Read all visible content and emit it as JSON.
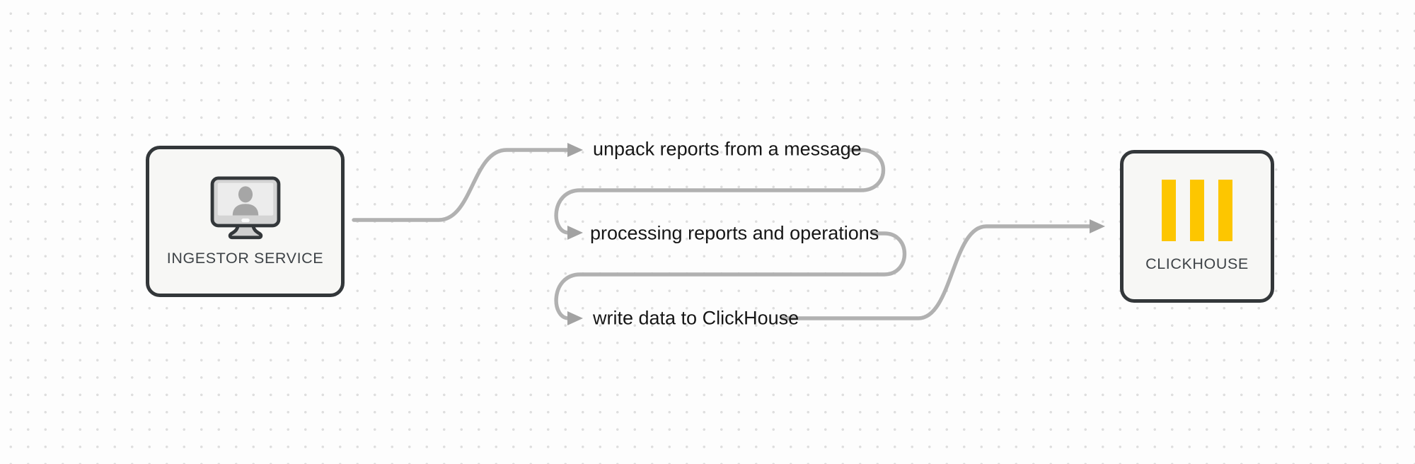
{
  "diagram": {
    "type": "flow-diagram",
    "background_dot_color": "#dedede",
    "background_color": "#fdfdfd",
    "connector_color": "#b1b1b1",
    "arrowhead_color": "#a2a2a2"
  },
  "nodes": {
    "ingestor": {
      "label": "INGESTOR SERVICE",
      "icon": "user-monitor-icon"
    },
    "clickhouse": {
      "label": "CLICKHOUSE",
      "icon": "clickhouse-bars-icon",
      "brand_yellow": "#fdc600"
    }
  },
  "steps": [
    {
      "label": "unpack reports from a message"
    },
    {
      "label": "processing reports and operations"
    },
    {
      "label": "write data to ClickHouse"
    }
  ],
  "colors": {
    "node_border": "#33373a",
    "node_fill": "#f7f7f5",
    "node_label_text": "#3e4347",
    "step_label_text": "#161616"
  }
}
